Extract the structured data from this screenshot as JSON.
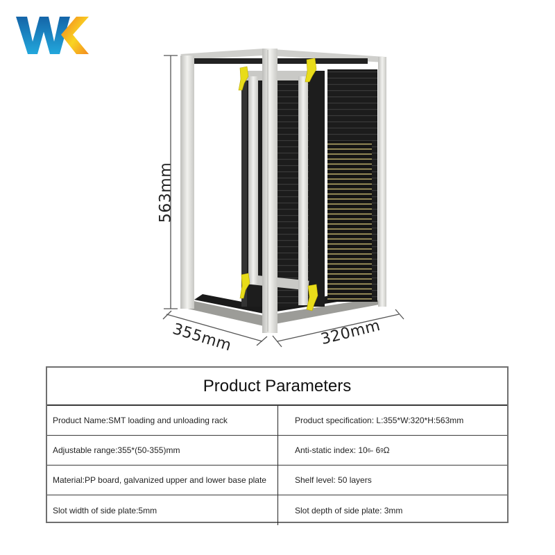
{
  "brand": {
    "logo_text": "WK",
    "colors": {
      "w_top": "#1565a8",
      "w_bottom": "#22a7dc",
      "k_top": "#f37a1f",
      "k_mid": "#f9d422"
    }
  },
  "product_image": {
    "alt": "SMT loading and unloading rack with aluminum frame, black anti-static slotted side plates and yellow clamps",
    "dimensions": {
      "height": "563mm",
      "depth": "355mm",
      "width": "320mm"
    },
    "colors": {
      "frame": "#d9d9d6",
      "plates": "#1b1b1b",
      "clamps": "#e8dc1a",
      "rails": "#c8b870"
    }
  },
  "params_table": {
    "title": "Product Parameters",
    "rows": [
      {
        "left": "Product Name:SMT loading and unloading rack",
        "right": "Product specification: L:355*W:320*H:563mm"
      },
      {
        "left": "Adjustable range:355*(50-355)mm",
        "right_prefix": "Anti-static index: 10",
        "right_sup1": "6",
        "right_mid": "- 6",
        "right_sup2": "9",
        "right_suffix": "Ω"
      },
      {
        "left": "Material:PP board, galvanized upper and lower base plate",
        "right": "Shelf level: 50 layers"
      },
      {
        "left": "Slot width of side plate:5mm",
        "right": "Slot depth of side plate: 3mm"
      }
    ]
  }
}
